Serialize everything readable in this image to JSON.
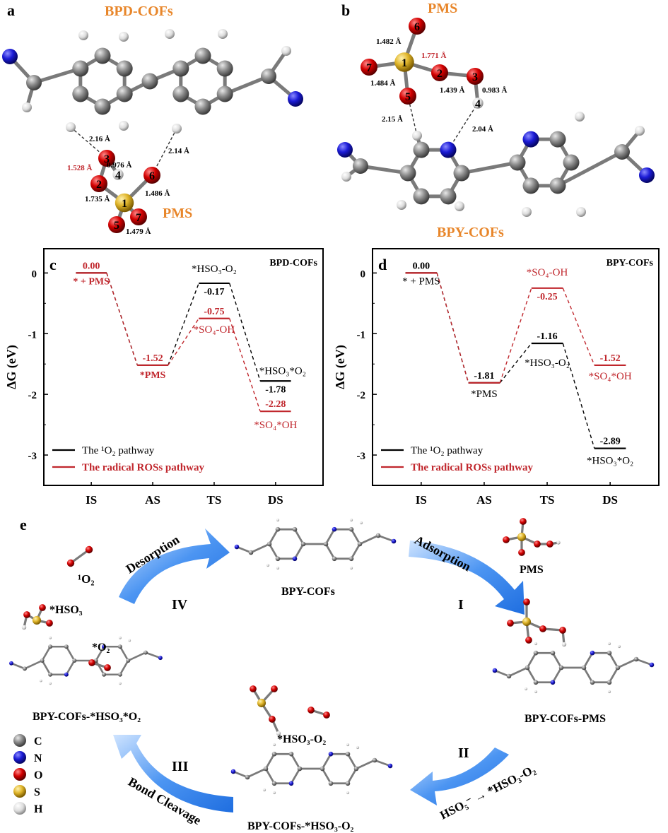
{
  "colors": {
    "carbon": "#8c8c8c",
    "nitrogen": "#1b1bd6",
    "oxygen": "#d40000",
    "sulfur": "#e0b52a",
    "hydrogen": "#e6e6e6",
    "title_orange": "#e8862a",
    "label_red": "#c0262c",
    "arrow_blue": "#3f8ff0",
    "black": "#000000"
  },
  "panel_a": {
    "letter": "a",
    "title": "BPD-COFs",
    "pms_label": "PMS",
    "atom_labels": [
      "1",
      "2",
      "3",
      "4",
      "5",
      "6",
      "7"
    ],
    "distances": {
      "d_216": "2.16 Å",
      "d_214": "2.14 Å",
      "d_1528": "1.528 Å",
      "d_0976": "0.976 Å",
      "d_1735": "1.735 Å",
      "d_1486": "1.486 Å",
      "d_1479": "1.479 Å"
    }
  },
  "panel_b": {
    "letter": "b",
    "title": "PMS",
    "cof_label": "BPY-COFs",
    "atom_labels": [
      "1",
      "2",
      "3",
      "4",
      "5",
      "6",
      "7"
    ],
    "distances": {
      "d_1482": "1.482 Å",
      "d_1771": "1.771 Å",
      "d_1484": "1.484 Å",
      "d_1439": "1.439 Å",
      "d_0983": "0.983 Å",
      "d_215": "2.15 Å",
      "d_204": "2.04 Å"
    }
  },
  "chart_data": [
    {
      "type": "line",
      "panel": "c",
      "title": "BPD-COFs",
      "xlabel": "",
      "ylabel": "ΔG (eV)",
      "categories": [
        "IS",
        "AS",
        "TS",
        "DS"
      ],
      "ylim": [
        -3.5,
        0.4
      ],
      "yticks": [
        "0",
        "-1",
        "-2",
        "-3"
      ],
      "series": [
        {
          "name": "The ¹O₂ pathway",
          "color": "#000000",
          "values": [
            0.0,
            -1.52,
            -0.17,
            -1.78
          ],
          "labels": [
            "* + PMS",
            "*PMS",
            "*HSO₃-O₂",
            "*HSO₃*O₂"
          ]
        },
        {
          "name": "The radical ROSs pathway",
          "color": "#c0262c",
          "values": [
            0.0,
            -1.52,
            -0.75,
            -2.28
          ],
          "labels": [
            "* + PMS",
            "*PMS",
            "*SO₄-OH",
            "*SO₄*OH"
          ]
        }
      ],
      "value_labels": {
        "is": "0.00",
        "as": "-1.52",
        "ts_black": "-0.17",
        "ts_red": "-0.75",
        "ds_black": "-1.78",
        "ds_red": "-2.28"
      },
      "legend": "bottom-left"
    },
    {
      "type": "line",
      "panel": "d",
      "title": "BPY-COFs",
      "xlabel": "",
      "ylabel": "ΔG (eV)",
      "categories": [
        "IS",
        "AS",
        "TS",
        "DS"
      ],
      "ylim": [
        -3.5,
        0.4
      ],
      "yticks": [
        "0",
        "-1",
        "-2",
        "-3"
      ],
      "series": [
        {
          "name": "The ¹O₂ pathway",
          "color": "#000000",
          "values": [
            0.0,
            -1.81,
            -1.16,
            -2.89
          ],
          "labels": [
            "* + PMS",
            "*PMS",
            "*HSO₃-O₂",
            "*HSO₃*O₂"
          ]
        },
        {
          "name": "The radical ROSs pathway",
          "color": "#c0262c",
          "values": [
            0.0,
            -1.81,
            -0.25,
            -1.52
          ],
          "labels": [
            "* + PMS",
            "*PMS",
            "*SO₄-OH",
            "*SO₄*OH"
          ]
        }
      ],
      "value_labels": {
        "is": "0.00",
        "as": "-1.81",
        "ts_black": "-1.16",
        "ts_red": "-0.25",
        "ds_black": "-2.89",
        "ds_red": "-1.52"
      },
      "legend": "bottom-left"
    }
  ],
  "panel_e": {
    "letter": "e",
    "states": {
      "bpy": "BPY-COFs",
      "pms_species": "PMS",
      "bpy_pms": "BPY-COFs-PMS",
      "bpy_hso3o2": "BPY-COFs-*HSO₃-O₂",
      "bpy_hso3_o2": "BPY-COFs-*HSO₃*O₂",
      "singlet_o2": "¹O₂",
      "hso3": "*HSO₃",
      "o2": "*O₂",
      "hso3o2": "*HSO₃-O₂"
    },
    "steps": {
      "I": "I",
      "II": "II",
      "III": "III",
      "IV": "IV",
      "adsorption": "Adsorption",
      "desorption": "Desorption",
      "bond_cleavage": "Bond Cleavage",
      "reaction": "HSO₅⁻ → *HSO₃-O₂"
    },
    "legend": [
      {
        "element": "C",
        "color": "#8c8c8c"
      },
      {
        "element": "N",
        "color": "#1b1bd6"
      },
      {
        "element": "O",
        "color": "#d40000"
      },
      {
        "element": "S",
        "color": "#e0b52a"
      },
      {
        "element": "H",
        "color": "#e6e6e6"
      }
    ]
  }
}
